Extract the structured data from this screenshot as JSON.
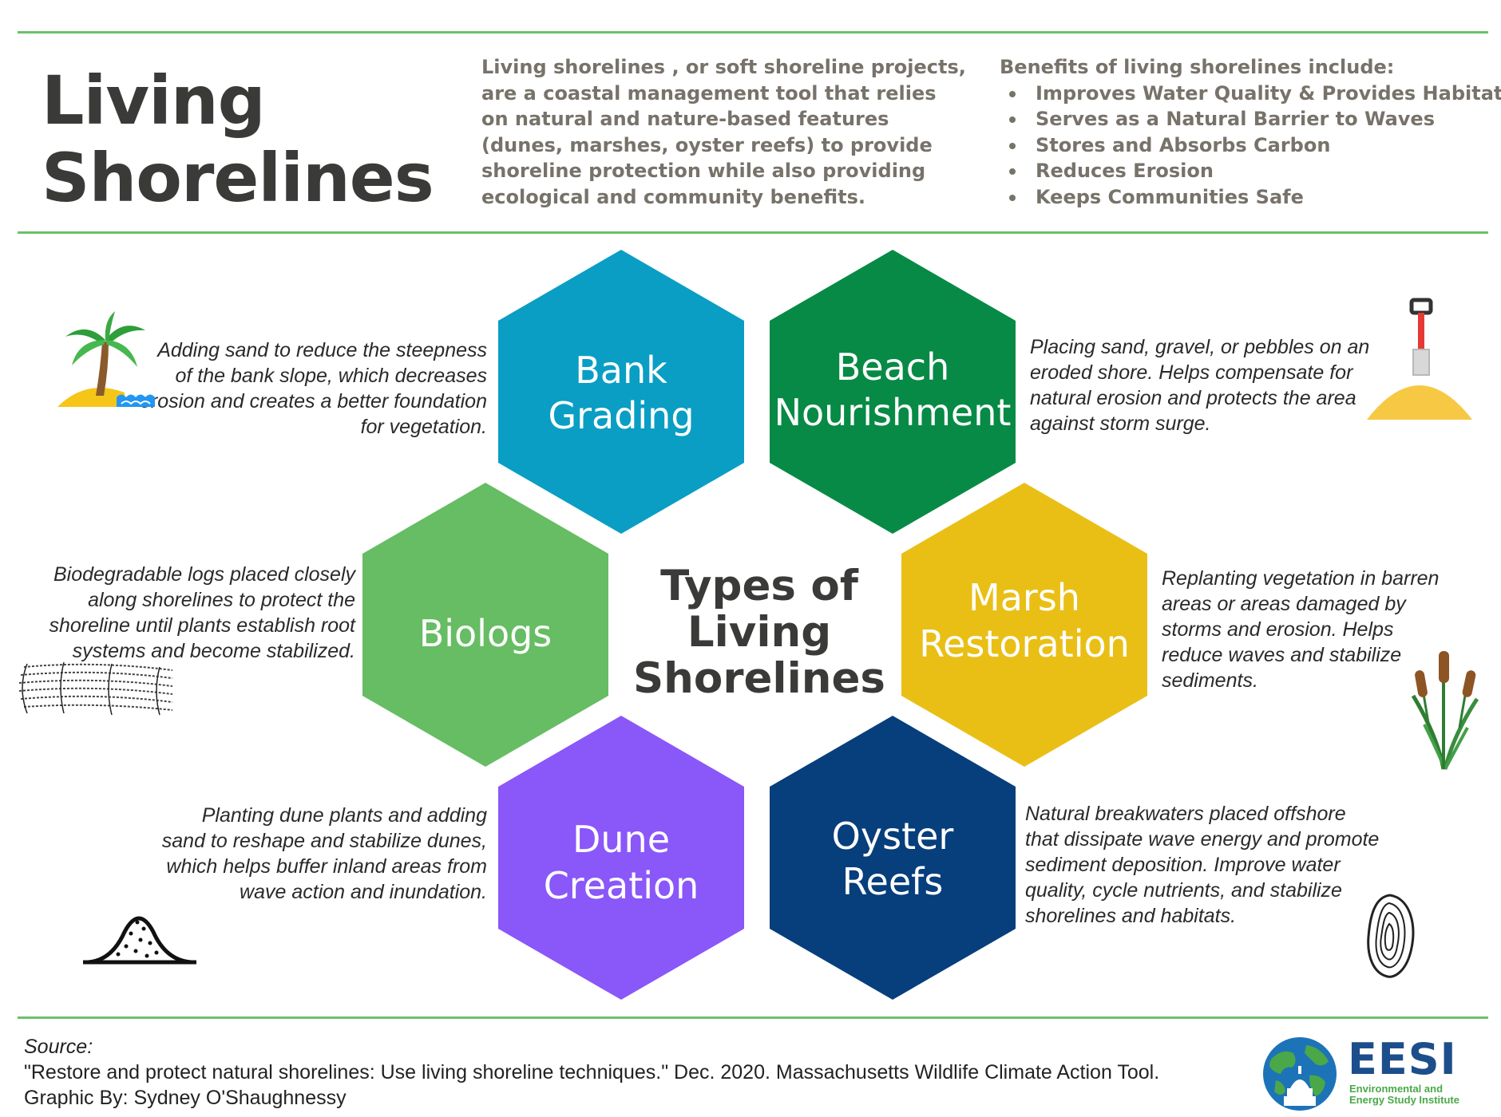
{
  "header": {
    "title_line1": "Living",
    "title_line2": "Shorelines",
    "intro": "Living shorelines , or soft shoreline projects, are a coastal management tool that relies on natural and nature-based features (dunes, marshes, oyster reefs) to provide shoreline protection while also providing ecological and community benefits.",
    "benefits_heading": "Benefits of living shorelines include:",
    "benefits": [
      "Improves Water Quality & Provides Habitat",
      "Serves as a Natural Barrier to Waves",
      "Stores and Absorbs Carbon",
      "Reduces Erosion",
      "Keeps Communities Safe"
    ]
  },
  "center": {
    "line1": "Types of",
    "line2": "Living",
    "line3": "Shorelines"
  },
  "types": {
    "bank": {
      "label1": "Bank",
      "label2": "Grading",
      "color": "#0a9ec4",
      "description": "Adding sand to reduce the steepness of the bank slope, which decreases erosion  and creates a better foundation for vegetation.",
      "icon": "palm-island-icon"
    },
    "beach": {
      "label1": "Beach",
      "label2": "Nourishment",
      "color": "#078a45",
      "description": "Placing  sand, gravel, or pebbles on an eroded shore. Helps compensate for natural erosion and protects the area against storm surge.",
      "icon": "shovel-sand-icon"
    },
    "biologs": {
      "label1": "Biologs",
      "color": "#66bd63",
      "description": "Biodegradable logs placed closely along shorelines to protect the shoreline until plants establish root systems and become stabilized.",
      "icon": "biolog-icon"
    },
    "marsh": {
      "label1": "Marsh",
      "label2": "Restoration",
      "color": "#e9bf16",
      "description": "Replanting vegetation in barren areas or areas damaged by storms and erosion. Helps reduce waves and stabilize sediments.",
      "icon": "cattail-icon"
    },
    "dune": {
      "label1": "Dune",
      "label2": "Creation",
      "color": "#8a57f9",
      "description": "Planting dune plants and adding sand to reshape and stabilize dunes, which helps buffer inland areas from wave action and inundation.",
      "icon": "dune-icon"
    },
    "oyster": {
      "label1": "Oyster",
      "label2": "Reefs",
      "color": "#073e7c",
      "description": "Natural breakwaters placed offshore that dissipate wave energy and promote sediment deposition. Improve water quality, cycle nutrients, and stabilize shorelines and habitats.",
      "icon": "oyster-icon"
    }
  },
  "footer": {
    "source_label": "Source:",
    "citation": "\"Restore and protect natural shorelines: Use living shoreline techniques.\" Dec. 2020.  Massachusetts Wildlife Climate Action Tool.",
    "credit": "Graphic By: Sydney O'Shaughnessy",
    "logo_abbr": "EESI",
    "logo_name_line1": "Environmental and",
    "logo_name_line2": "Energy Study Institute"
  }
}
